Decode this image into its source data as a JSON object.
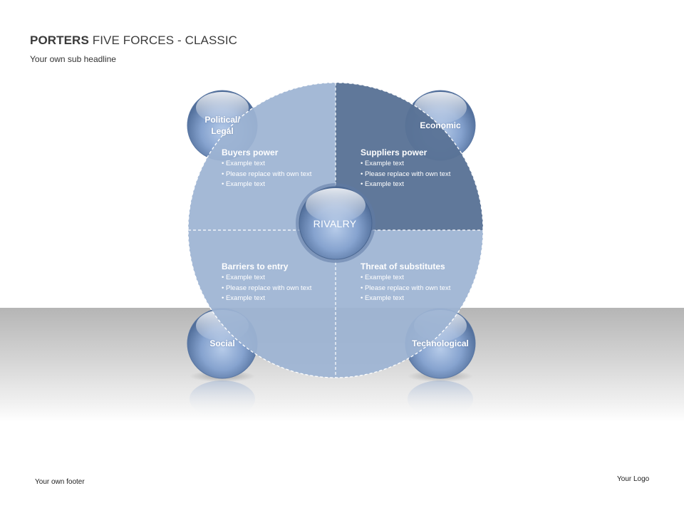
{
  "header": {
    "title_strong": "PORTERS",
    "title_rest": " FIVE FORCES - CLASSIC",
    "subtitle": "Your own sub headline"
  },
  "footer": {
    "text": "Your own footer",
    "logo": "Your Logo"
  },
  "center": {
    "label": "RIVALRY"
  },
  "corners": {
    "top_left": "Political/\nLegal",
    "top_right": "Economic",
    "bottom_left": "Social",
    "bottom_right": "Technological"
  },
  "quadrants": {
    "top_left": {
      "heading": "Buyers power",
      "items": [
        "Example text",
        "Please replace with own text",
        "Example text"
      ]
    },
    "top_right": {
      "heading": "Suppliers power",
      "items": [
        "Example text",
        "Please replace with own text",
        "Example text"
      ]
    },
    "bottom_left": {
      "heading": "Barriers to entry",
      "items": [
        "Example text",
        "Please replace with own text",
        "Example text"
      ]
    },
    "bottom_right": {
      "heading": "Threat of substitutes",
      "items": [
        "Example text",
        "Please replace with own text",
        "Example text"
      ]
    }
  },
  "colors": {
    "quadrant_light": "#9db4d3",
    "quadrant_dark": "#5a7396",
    "sphere_mid": "#7f9ccb",
    "floor": "#c8c8c8"
  }
}
